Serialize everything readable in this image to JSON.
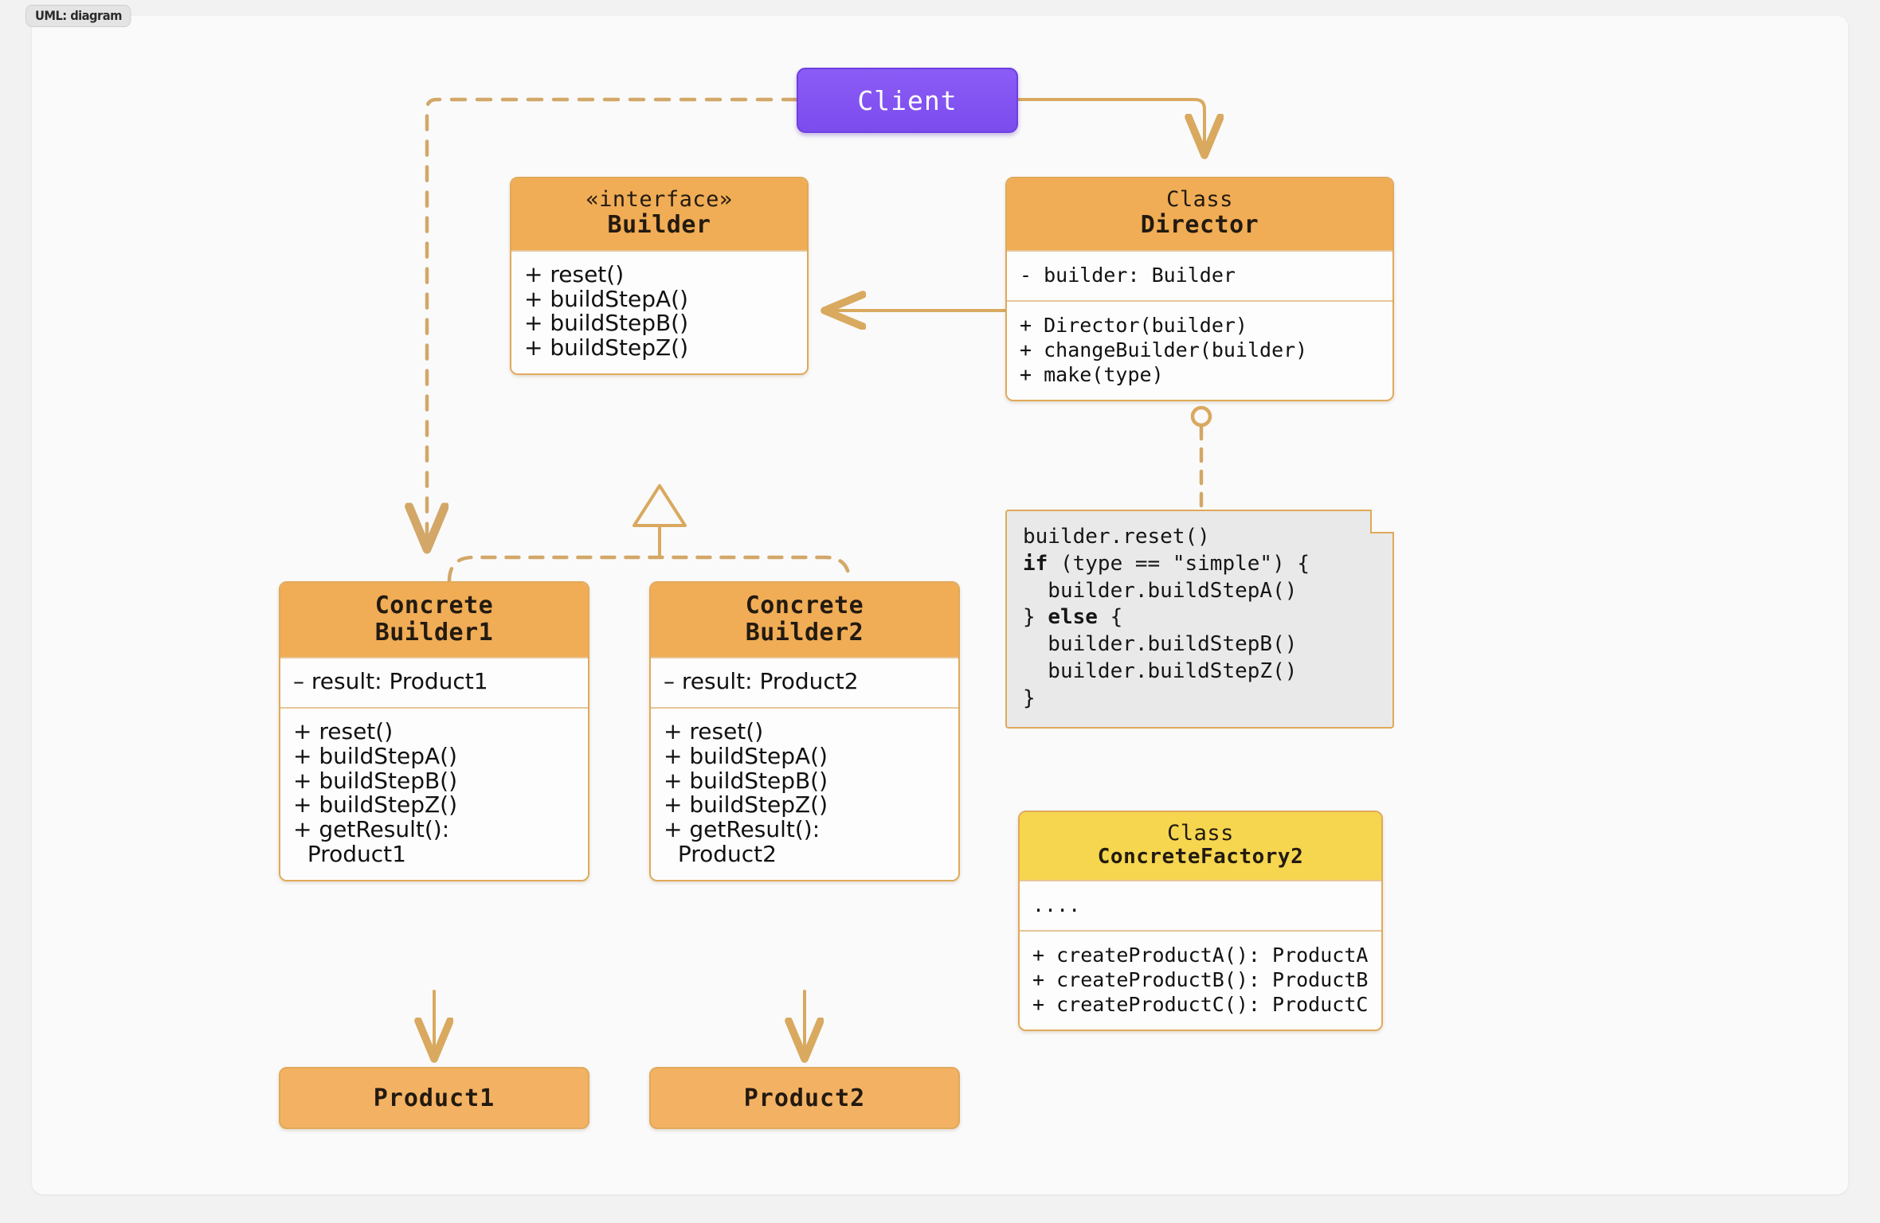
{
  "badge": {
    "label": "UML: diagram"
  },
  "colors": {
    "node_border": "#e0a959",
    "header_orange": "#f0ad56",
    "header_yellow": "#f5d64e",
    "client_purple": "#7c4ced",
    "product_orange": "#f3b263",
    "note_grey": "#e9e9e9",
    "connector": "#d9a95f",
    "canvas": "#fafafa"
  },
  "client": {
    "label": "Client"
  },
  "builder": {
    "stereotype": "«interface»",
    "name": "Builder",
    "methods": [
      "+ reset()",
      "+ buildStepA()",
      "+ buildStepB()",
      "+ buildStepZ()"
    ]
  },
  "director": {
    "kind": "Class",
    "name": "Director",
    "attributes": [
      "- builder: Builder"
    ],
    "methods": [
      "+ Director(builder)",
      "+ changeBuilder(builder)",
      "+ make(type)"
    ]
  },
  "concrete_builder1": {
    "name_line1": "Concrete",
    "name_line2": "Builder1",
    "attributes": [
      "– result: Product1"
    ],
    "methods": [
      "+ reset()",
      "+ buildStepA()",
      "+ buildStepB()",
      "+ buildStepZ()",
      "+ getResult():\n  Product1"
    ]
  },
  "concrete_builder2": {
    "name_line1": "Concrete",
    "name_line2": "Builder2",
    "attributes": [
      "– result: Product2"
    ],
    "methods": [
      "+ reset()",
      "+ buildStepA()",
      "+ buildStepB()",
      "+ buildStepZ()",
      "+ getResult():\n  Product2"
    ]
  },
  "product1": {
    "label": "Product1"
  },
  "product2": {
    "label": "Product2"
  },
  "note": {
    "lines": [
      {
        "text": "builder.reset()",
        "bold_prefix": ""
      },
      {
        "text": "if (type == \"simple\") {",
        "bold_prefix": "if"
      },
      {
        "text": "  builder.buildStepA()",
        "bold_prefix": ""
      },
      {
        "text": "} else {",
        "bold_prefix": "else"
      },
      {
        "text": "  builder.buildStepB()",
        "bold_prefix": ""
      },
      {
        "text": "  builder.buildStepZ()",
        "bold_prefix": ""
      },
      {
        "text": "}",
        "bold_prefix": ""
      }
    ]
  },
  "concrete_factory2": {
    "kind": "Class",
    "name": "ConcreteFactory2",
    "attributes": [
      "...."
    ],
    "methods": [
      "+ createProductA(): ProductA",
      "+ createProductB(): ProductB",
      "+ createProductC(): ProductC"
    ]
  }
}
